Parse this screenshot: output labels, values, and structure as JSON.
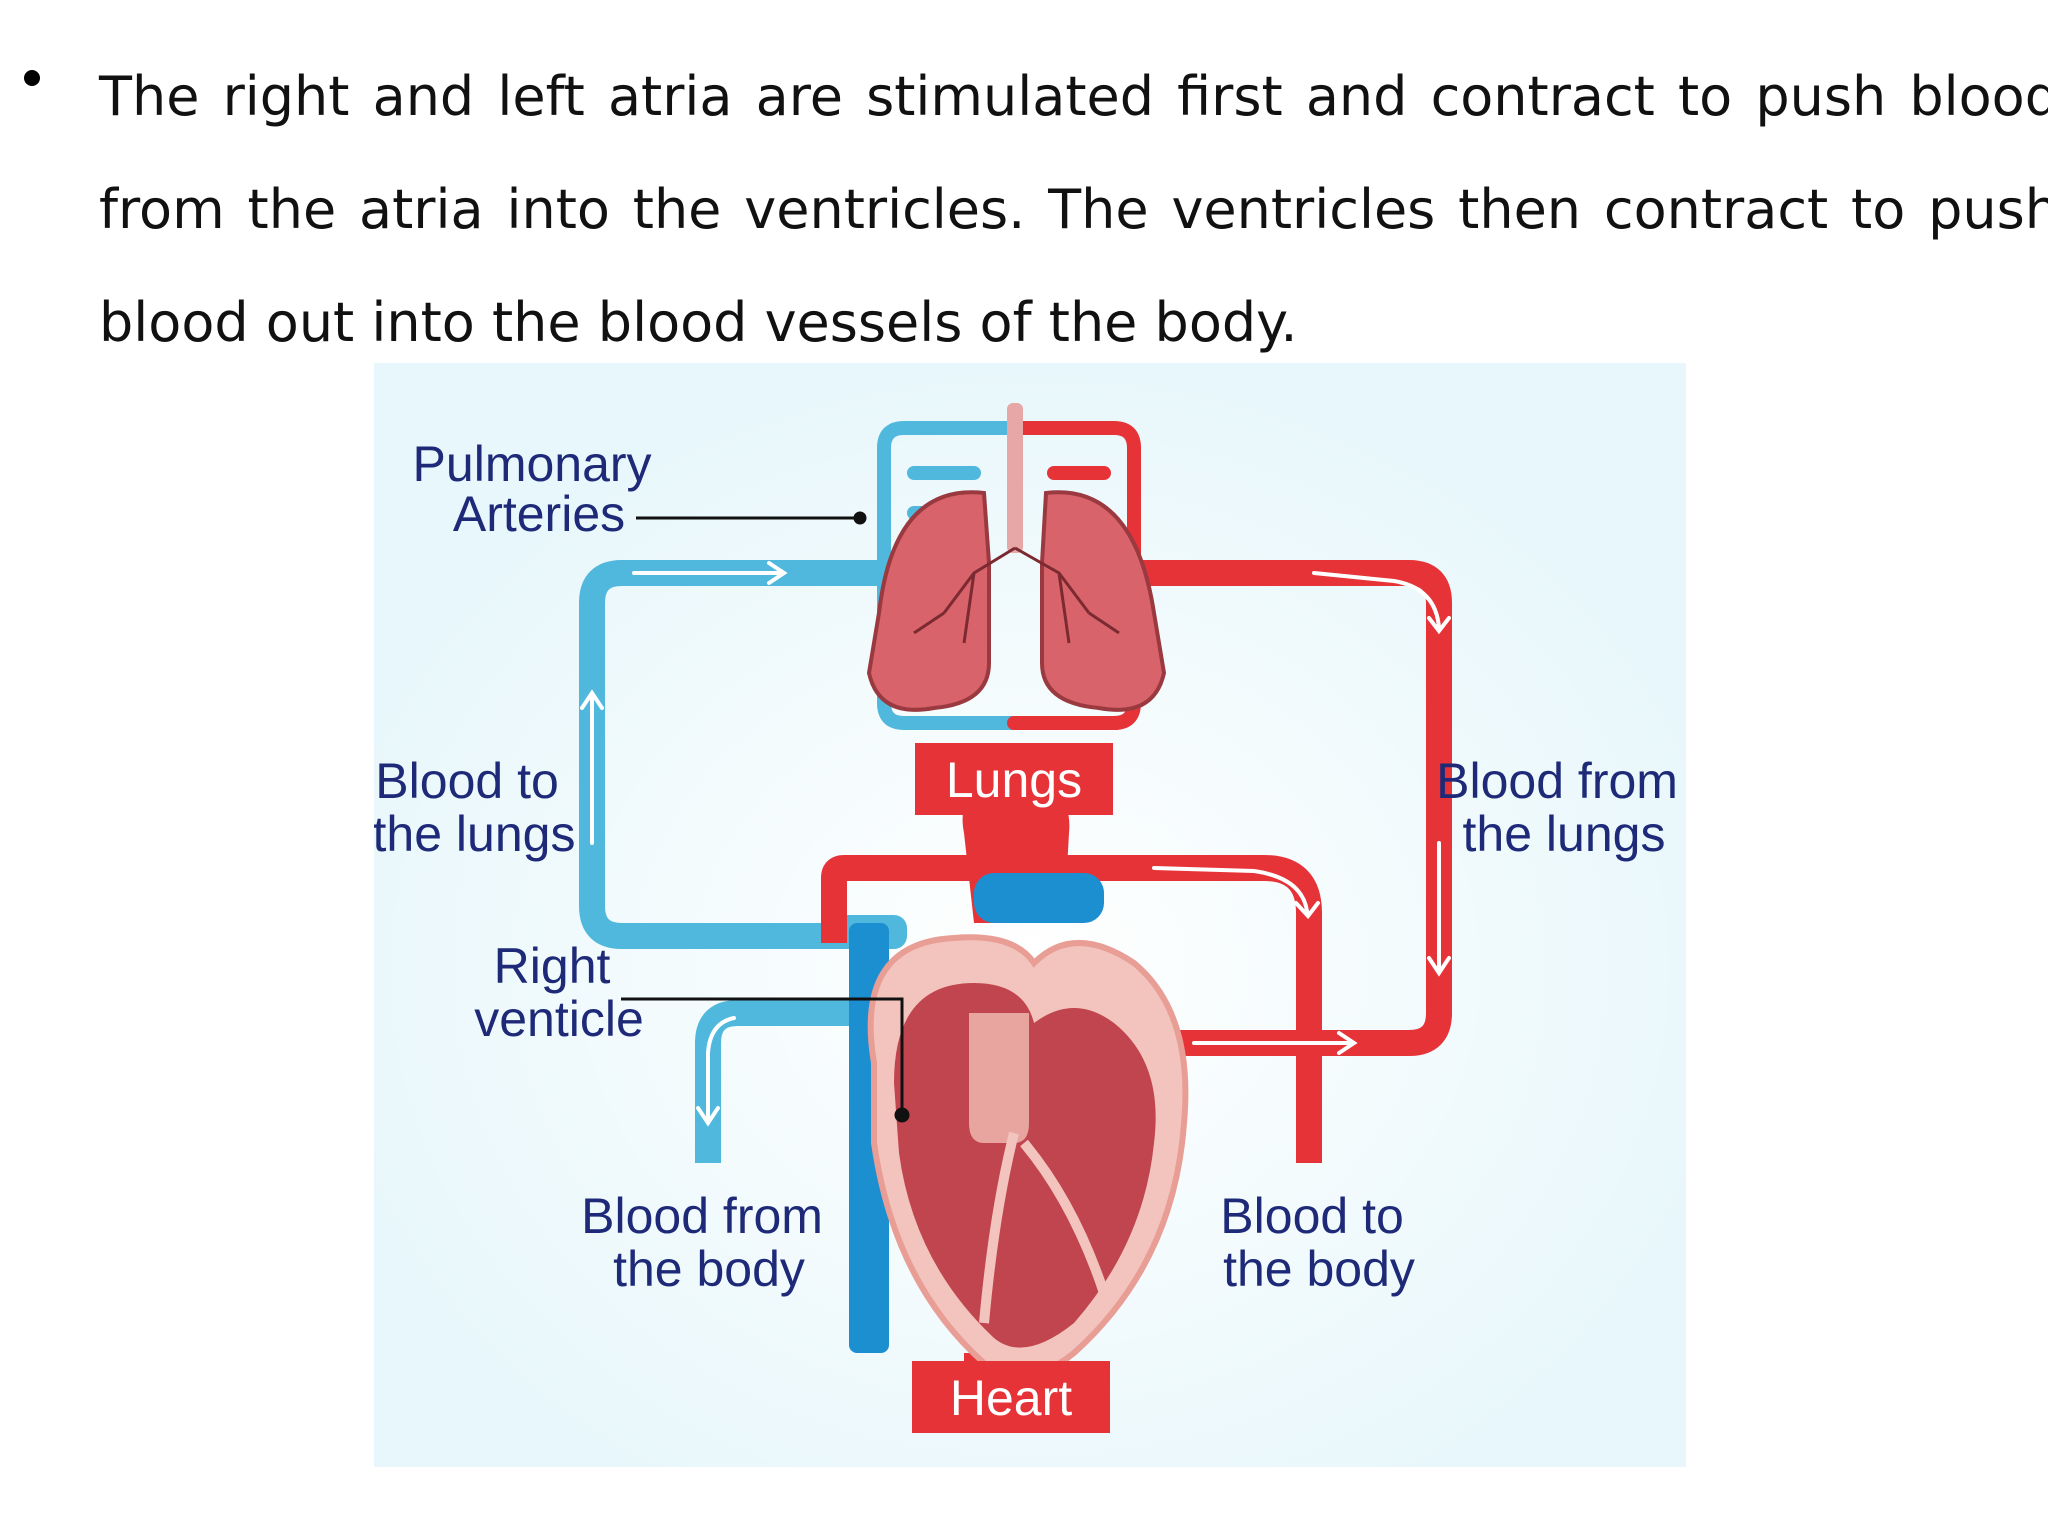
{
  "bullet": {
    "text": "The right and left atria are stimulated first and contract to push blood from the atria into the ventricles. The ventricles then contract to push blood out into the blood vessels of the body."
  },
  "diagram": {
    "labels": {
      "pulmonary_arteries": [
        "Pulmonary",
        "Arteries"
      ],
      "blood_to_lungs": [
        "Blood to",
        "the lungs"
      ],
      "right_ventricle": [
        "Right",
        "venticle"
      ],
      "blood_from_body": [
        "Blood from",
        "the body"
      ],
      "blood_from_lungs": [
        "Blood from",
        "the lungs"
      ],
      "blood_to_body": [
        "Blood to",
        "the body"
      ]
    },
    "tags": {
      "lungs": "Lungs",
      "heart": "Heart"
    },
    "colors": {
      "background": "#e8f7fb",
      "deoxygenated": "#4fb8dc",
      "oxygenated": "#e63338",
      "label_text": "#1e2a78",
      "tag_fill": "#e63338",
      "lung": "#d9636b",
      "heart_outer": "#f2c4bd",
      "heart_inner": "#c0454e"
    }
  }
}
